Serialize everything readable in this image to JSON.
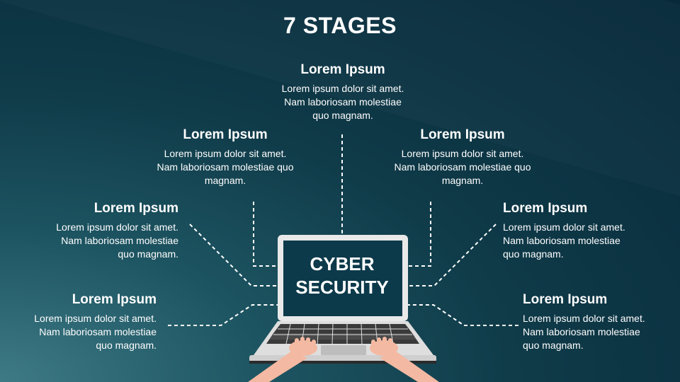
{
  "title": "7 STAGES",
  "center": {
    "line1": "CYBER",
    "line2": "SECURITY"
  },
  "stages": [
    {
      "heading": "Lorem Ipsum",
      "text": "Lorem ipsum dolor sit amet. Nam laboriosam molestiae quo magnam."
    },
    {
      "heading": "Lorem Ipsum",
      "text": "Lorem ipsum dolor sit amet. Nam laboriosam molestiae quo magnam."
    },
    {
      "heading": "Lorem Ipsum",
      "text": "Lorem ipsum dolor sit amet. Nam laboriosam molestiae quo magnam."
    },
    {
      "heading": "Lorem Ipsum",
      "text": "Lorem ipsum dolor sit amet. Nam laboriosam molestiae quo magnam."
    },
    {
      "heading": "Lorem Ipsum",
      "text": "Lorem ipsum dolor sit amet. Nam laboriosam molestiae quo magnam."
    },
    {
      "heading": "Lorem Ipsum",
      "text": "Lorem ipsum dolor sit amet. Nam laboriosam molestiae quo magnam."
    },
    {
      "heading": "Lorem Ipsum",
      "text": "Lorem ipsum dolor sit amet. Nam laboriosam molestiae quo magnam."
    }
  ],
  "colors": {
    "background": "#0f3a48",
    "screen": "#0d3a4a",
    "laptop_body": "#e6e6e6",
    "skin": "#f4b9a2",
    "connector": "#ffffff"
  }
}
